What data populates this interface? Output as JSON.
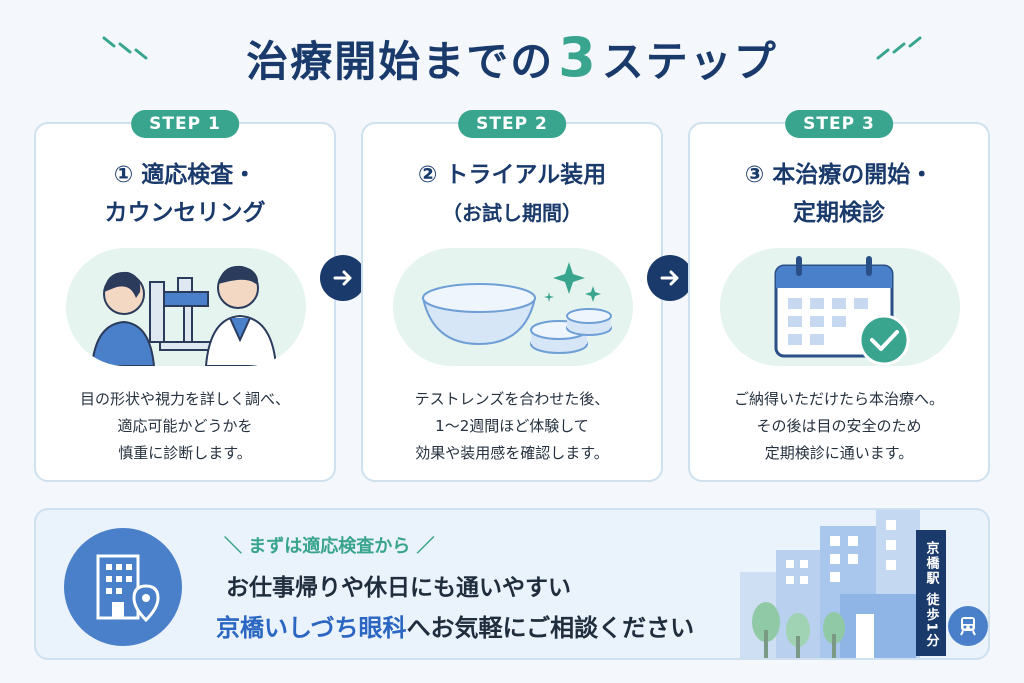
{
  "header": {
    "title_before": "治療開始までの",
    "title_number": "3",
    "title_after": "ステップ"
  },
  "steps": [
    {
      "pill": "STEP 1",
      "title_line1": "① 適応検査・",
      "title_line2": "カウンセリング",
      "body": [
        "目の形状や視力を詳しく調べ、",
        "適応可能かどうかを",
        "慎重に診断します。"
      ],
      "icon": "eye-exam-icon"
    },
    {
      "pill": "STEP 2",
      "title_line1": "② トライアル装用",
      "title_line2": "（お試し期間）",
      "body": [
        "テストレンズを合わせた後、",
        "1〜2週間ほど体験して",
        "効果や装用感を確認します。"
      ],
      "icon": "contact-lens-icon"
    },
    {
      "pill": "STEP 3",
      "title_line1": "③ 本治療の開始・",
      "title_line2": "定期検診",
      "body": [
        "ご納得いただけたら本治療へ。",
        "その後は目の安全のため",
        "定期検診に通います。"
      ],
      "icon": "calendar-check-icon"
    }
  ],
  "bottom": {
    "tagline": "＼ まずは適応検査から ／",
    "message_line1": "お仕事帰りや休日にも通いやすい",
    "clinic_name": "京橋いしづち眼科",
    "message_line2_rest": "へお気軽にご相談ください",
    "station_sign": "京橋駅 徒歩1分"
  },
  "colors": {
    "navy": "#1a3a6c",
    "teal": "#3aa58f",
    "blue": "#2a66c2",
    "card_border": "#cfe0ee"
  }
}
